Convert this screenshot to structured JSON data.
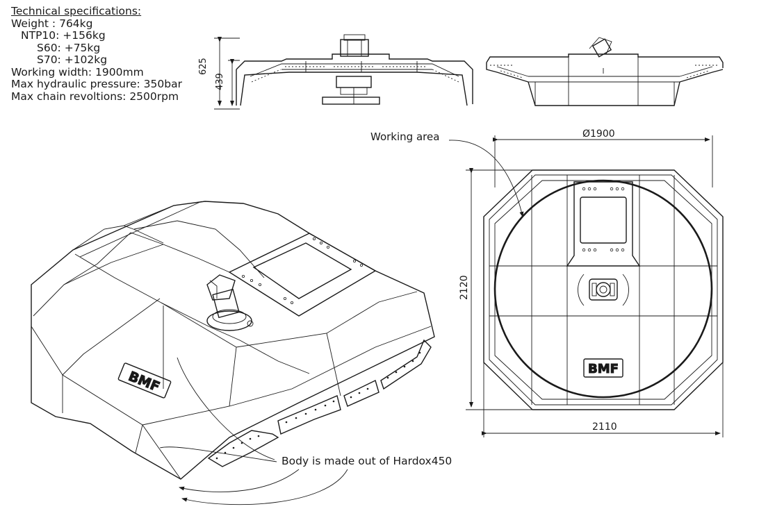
{
  "specs": {
    "title": "Technical specifications:",
    "lines": [
      "Weight : 764kg",
      "NTP10: +156kg",
      "S60: +75kg",
      "S70: +102kg",
      "Working width: 1900mm",
      "Max hydraulic pressure: 350bar",
      "Max chain revoltions: 2500rpm"
    ]
  },
  "side_view": {
    "dim_total": "625",
    "dim_body": "439"
  },
  "top_view": {
    "diameter": "Ø1900",
    "width": "2110",
    "length": "2120",
    "working_area_label": "Working area",
    "logo": "BMF"
  },
  "iso_view": {
    "material_callout": "Body is made out of Hardox450",
    "logo": "BMF"
  }
}
